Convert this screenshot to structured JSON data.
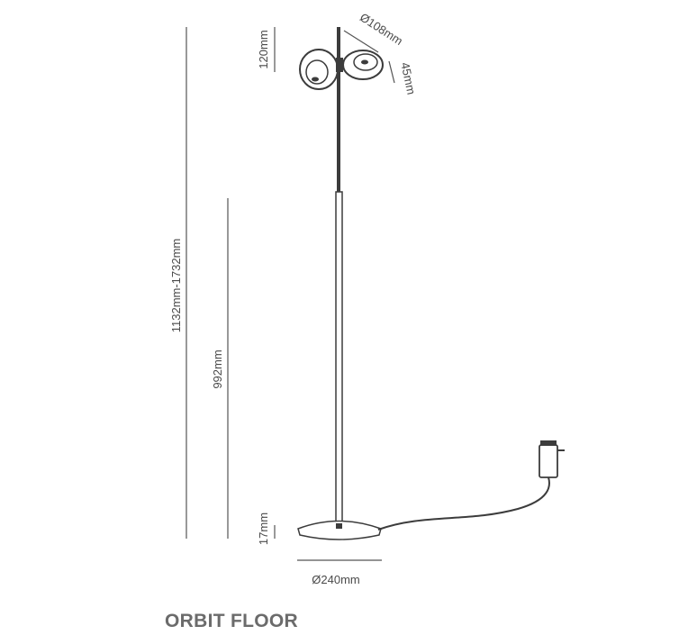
{
  "product": {
    "name": "ORBIT FLOOR"
  },
  "dimensions": {
    "total_height": "1132mm-1732mm",
    "lower_height": "992mm",
    "head_height": "120mm",
    "base_thickness": "17mm",
    "base_diameter": "Ø240mm",
    "head_diameter": "Ø108mm",
    "head_depth": "45mm"
  },
  "colors": {
    "line": "#555555",
    "lamp": "#3c3c3c",
    "text": "#4a4a4a",
    "title": "#6b6b6b"
  }
}
